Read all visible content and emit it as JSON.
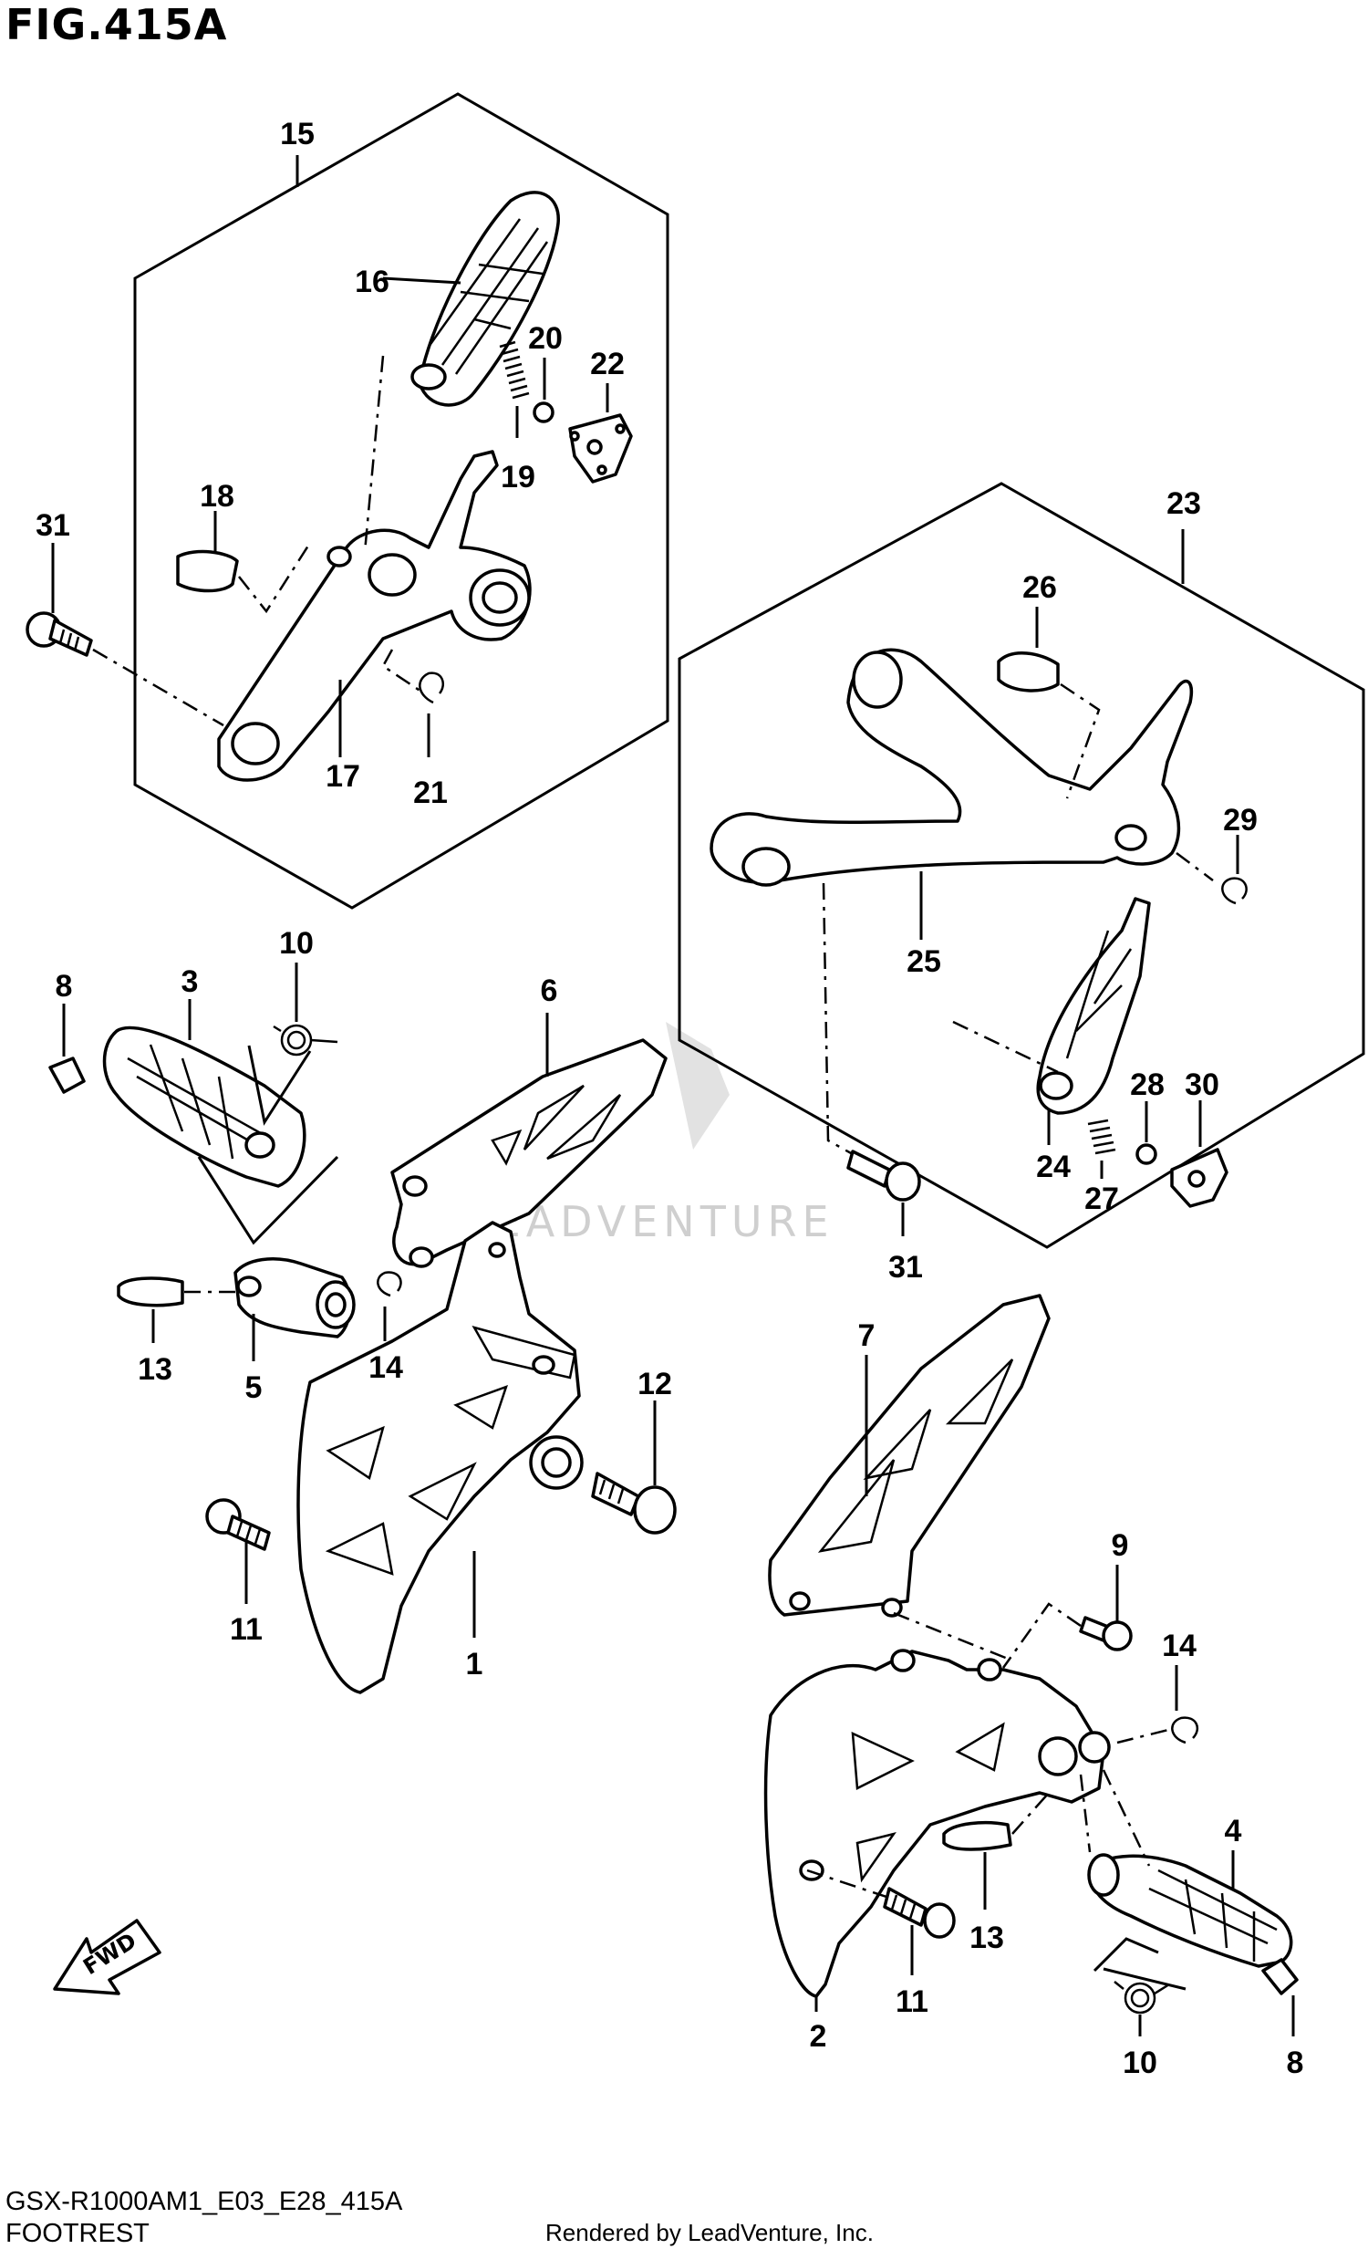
{
  "figure": {
    "title": "FIG.415A",
    "model_code": "GSX-R1000AM1_E03_E28_415A",
    "section_name": "FOOTREST",
    "credit": "Rendered by LeadVenture, Inc.",
    "fwd_label": "FWD",
    "watermark": "LEADVENTURE"
  },
  "callouts": [
    {
      "id": "c15",
      "label": "15"
    },
    {
      "id": "c16",
      "label": "16"
    },
    {
      "id": "c20",
      "label": "20"
    },
    {
      "id": "c22",
      "label": "22"
    },
    {
      "id": "c19",
      "label": "19"
    },
    {
      "id": "c18",
      "label": "18"
    },
    {
      "id": "c31a",
      "label": "31"
    },
    {
      "id": "c17",
      "label": "17"
    },
    {
      "id": "c21",
      "label": "21"
    },
    {
      "id": "c23",
      "label": "23"
    },
    {
      "id": "c26",
      "label": "26"
    },
    {
      "id": "c29",
      "label": "29"
    },
    {
      "id": "c25",
      "label": "25"
    },
    {
      "id": "c28",
      "label": "28"
    },
    {
      "id": "c30",
      "label": "30"
    },
    {
      "id": "c24",
      "label": "24"
    },
    {
      "id": "c27",
      "label": "27"
    },
    {
      "id": "c31b",
      "label": "31"
    },
    {
      "id": "c10a",
      "label": "10"
    },
    {
      "id": "c8a",
      "label": "8"
    },
    {
      "id": "c3",
      "label": "3"
    },
    {
      "id": "c6",
      "label": "6"
    },
    {
      "id": "c13a",
      "label": "13"
    },
    {
      "id": "c5",
      "label": "5"
    },
    {
      "id": "c14a",
      "label": "14"
    },
    {
      "id": "c12",
      "label": "12"
    },
    {
      "id": "c11a",
      "label": "11"
    },
    {
      "id": "c1",
      "label": "1"
    },
    {
      "id": "c7",
      "label": "7"
    },
    {
      "id": "c9",
      "label": "9"
    },
    {
      "id": "c14b",
      "label": "14"
    },
    {
      "id": "c4",
      "label": "4"
    },
    {
      "id": "c13b",
      "label": "13"
    },
    {
      "id": "c11b",
      "label": "11"
    },
    {
      "id": "c2",
      "label": "2"
    },
    {
      "id": "c10b",
      "label": "10"
    },
    {
      "id": "c8b",
      "label": "8"
    }
  ],
  "colors": {
    "line": "#000000",
    "background": "#ffffff",
    "watermark": "#cfcfcf"
  }
}
